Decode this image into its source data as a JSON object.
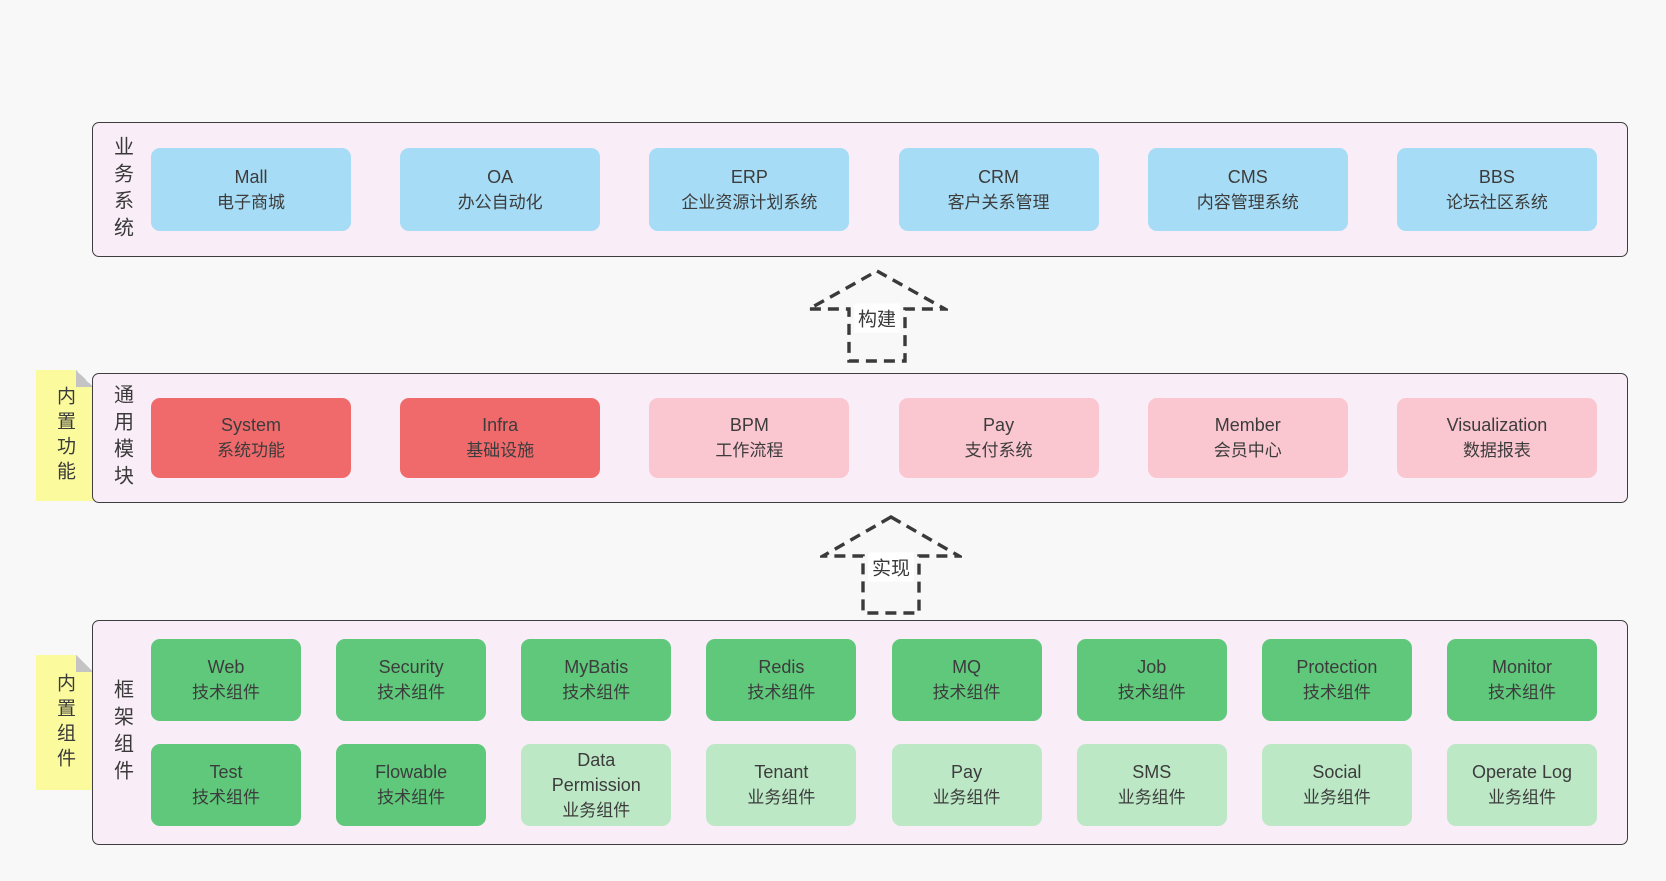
{
  "diagram": {
    "bands": {
      "business": {
        "label": "业务系统",
        "items": [
          {
            "title": "Mall",
            "subtitle": "电子商城"
          },
          {
            "title": "OA",
            "subtitle": "办公自动化"
          },
          {
            "title": "ERP",
            "subtitle": "企业资源计划系统"
          },
          {
            "title": "CRM",
            "subtitle": "客户关系管理"
          },
          {
            "title": "CMS",
            "subtitle": "内容管理系统"
          },
          {
            "title": "BBS",
            "subtitle": "论坛社区系统"
          }
        ]
      },
      "modules": {
        "label": "通用模块",
        "sticky_note": "内置功能",
        "items": [
          {
            "title": "System",
            "subtitle": "系统功能"
          },
          {
            "title": "Infra",
            "subtitle": "基础设施"
          },
          {
            "title": "BPM",
            "subtitle": "工作流程"
          },
          {
            "title": "Pay",
            "subtitle": "支付系统"
          },
          {
            "title": "Member",
            "subtitle": "会员中心"
          },
          {
            "title": "Visualization",
            "subtitle": "数据报表"
          }
        ]
      },
      "components": {
        "label": "框架组件",
        "sticky_note": "内置组件",
        "row1": [
          {
            "title": "Web",
            "subtitle": "技术组件"
          },
          {
            "title": "Security",
            "subtitle": "技术组件"
          },
          {
            "title": "MyBatis",
            "subtitle": "技术组件"
          },
          {
            "title": "Redis",
            "subtitle": "技术组件"
          },
          {
            "title": "MQ",
            "subtitle": "技术组件"
          },
          {
            "title": "Job",
            "subtitle": "技术组件"
          },
          {
            "title": "Protection",
            "subtitle": "技术组件"
          },
          {
            "title": "Monitor",
            "subtitle": "技术组件"
          }
        ],
        "row2": [
          {
            "title": "Test",
            "subtitle": "技术组件"
          },
          {
            "title": "Flowable",
            "subtitle": "技术组件"
          },
          {
            "title": "Data Permission",
            "subtitle": "业务组件"
          },
          {
            "title": "Tenant",
            "subtitle": "业务组件"
          },
          {
            "title": "Pay",
            "subtitle": "业务组件"
          },
          {
            "title": "SMS",
            "subtitle": "业务组件"
          },
          {
            "title": "Social",
            "subtitle": "业务组件"
          },
          {
            "title": "Operate Log",
            "subtitle": "业务组件"
          }
        ]
      }
    },
    "arrows": [
      {
        "label": "构建"
      },
      {
        "label": "实现"
      }
    ],
    "colors": {
      "page_bg": "#f8f8f8",
      "band_bg": "#f9edf7",
      "band_border": "#3e3e3e",
      "business_box": "#a6dcf5",
      "module_core_box": "#f06a6c",
      "module_optional_box": "#fac6d0",
      "tech_component_box": "#5fc87b",
      "biz_component_box": "#bce8c6",
      "sticky_note_bg": "#fbfb9e",
      "text": "#3c3c3c"
    }
  }
}
